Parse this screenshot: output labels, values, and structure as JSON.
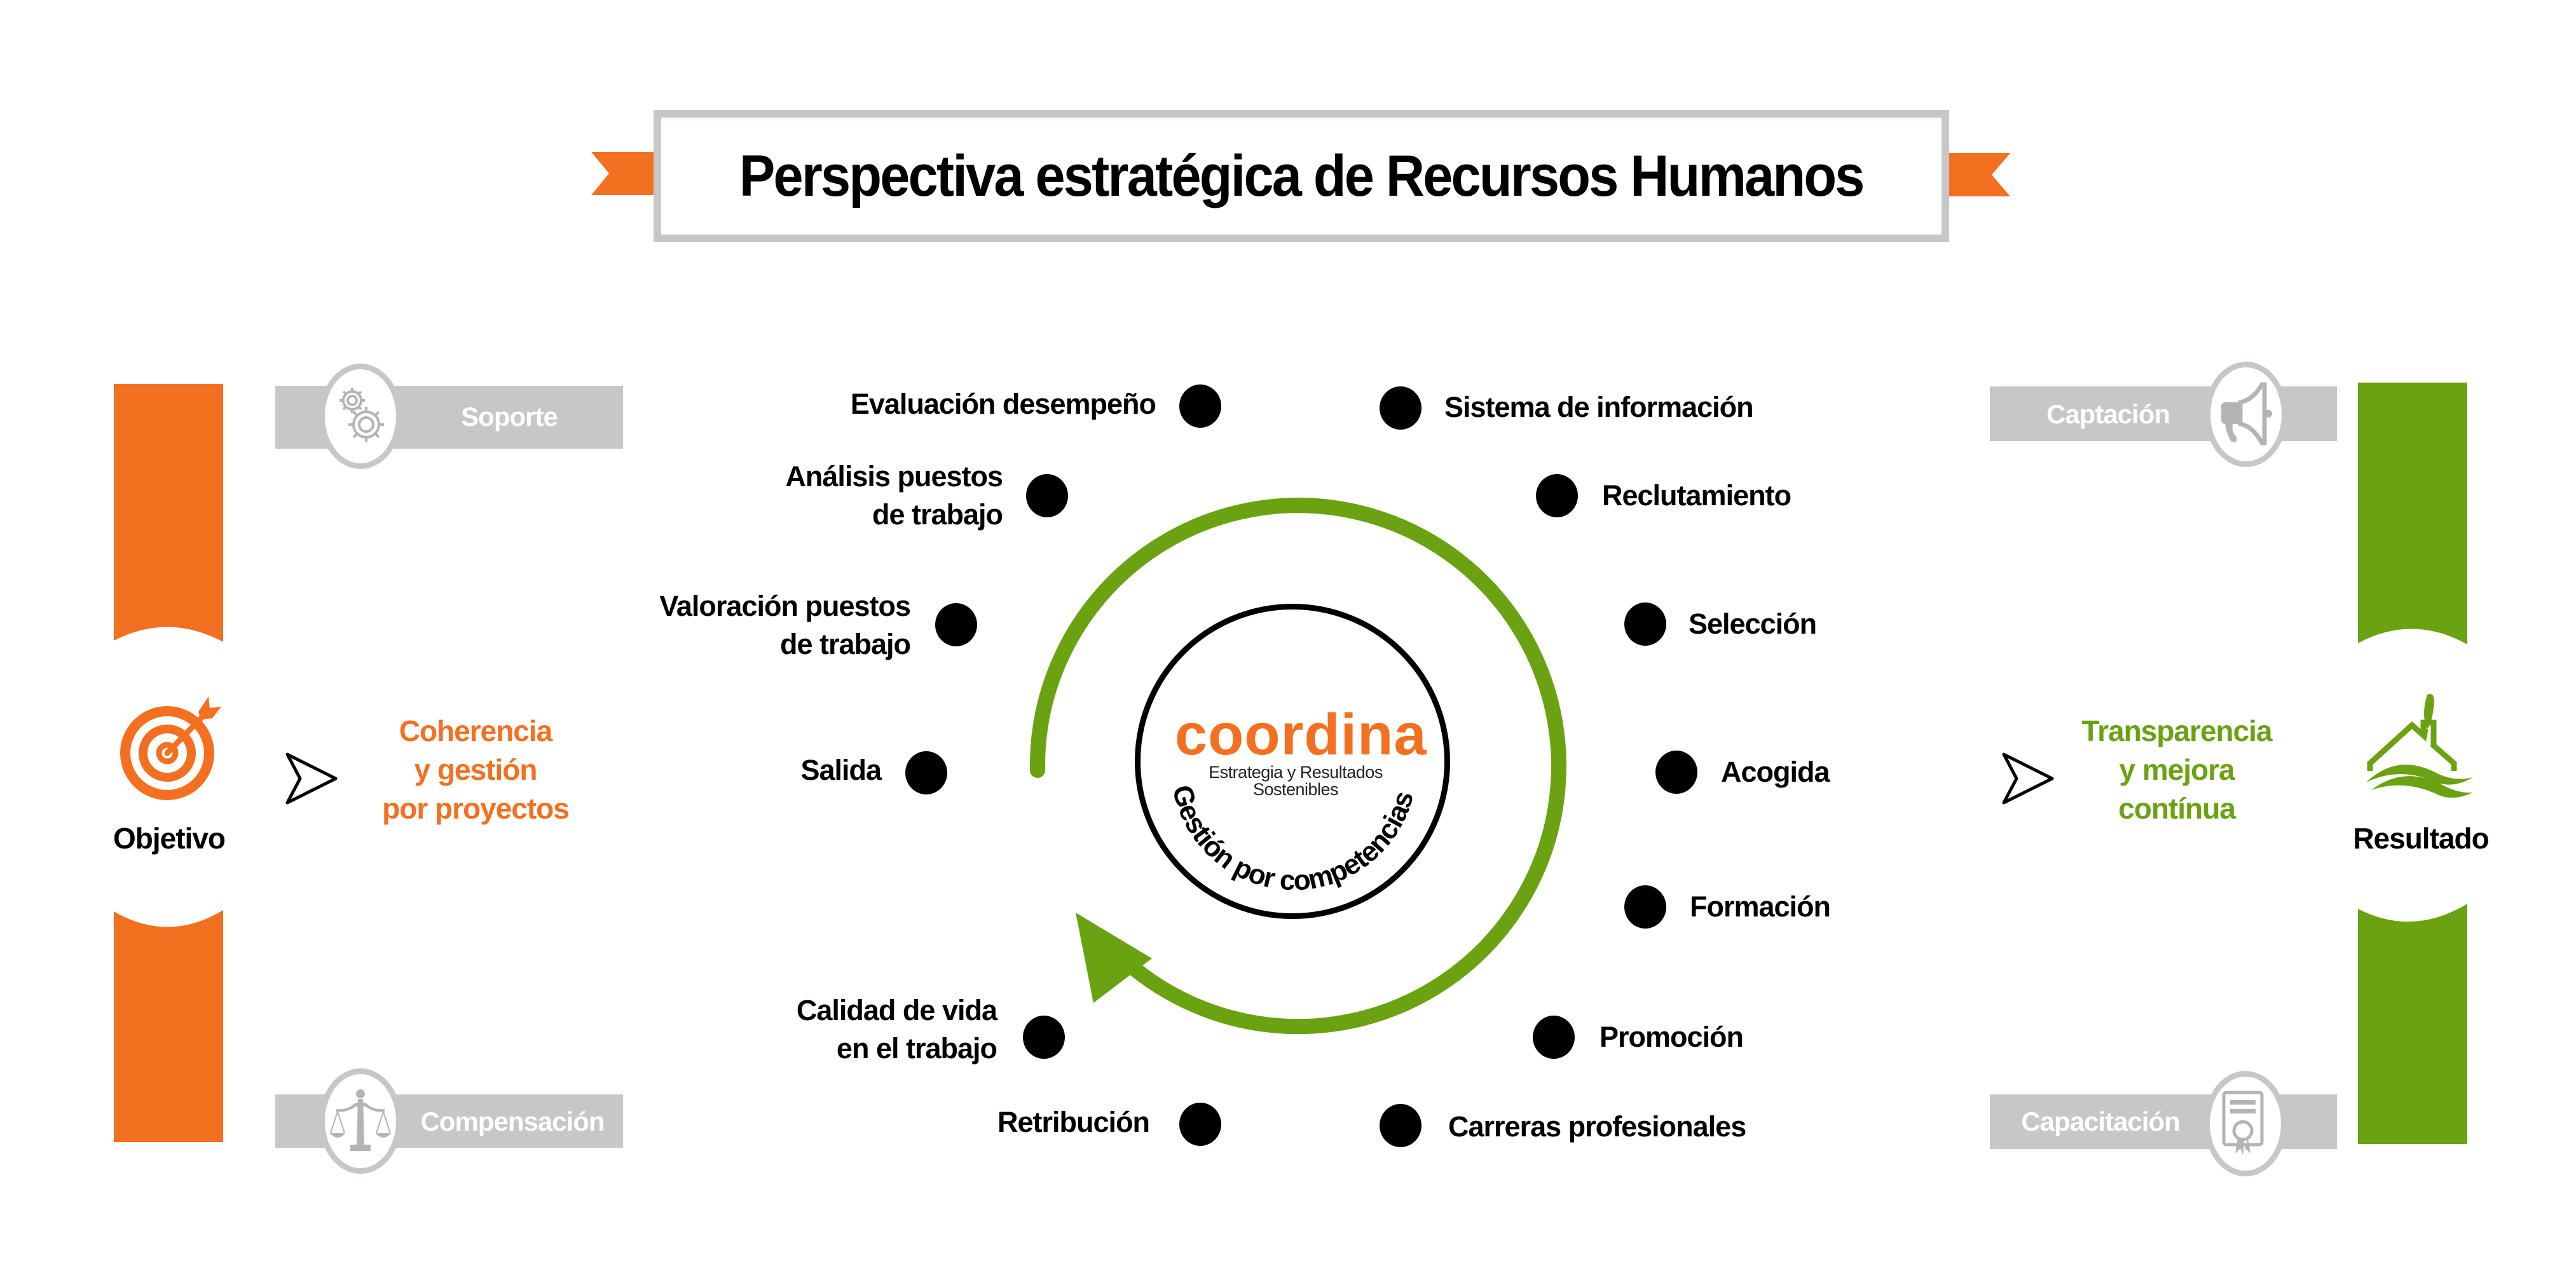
{
  "title": "Perspectiva estratégica de Recursos Humanos",
  "colors": {
    "orange": "#F37021",
    "green": "#6AA212",
    "gray_band": "#C8C6C7",
    "text": "#000000",
    "white": "#FFFFFF"
  },
  "left_panel": {
    "pillar_label": "Objetivo",
    "pillar_icon": "target-icon",
    "statement_lines": [
      "Coherencia",
      "y gestión",
      "por proyectos"
    ],
    "arrow_icon": "chevron-right-outline-icon",
    "top_band": {
      "label": "Soporte",
      "icon": "gears-icon"
    },
    "bottom_band": {
      "label": "Compensación",
      "icon": "scales-icon"
    }
  },
  "right_panel": {
    "pillar_label": "Resultado",
    "pillar_icon": "eco-house-icon",
    "statement_lines": [
      "Transparencia",
      "y mejora",
      "contínua"
    ],
    "arrow_icon": "chevron-right-outline-icon",
    "top_band": {
      "label": "Captación",
      "icon": "megaphone-icon"
    },
    "bottom_band": {
      "label": "Capacitación",
      "icon": "certificate-icon"
    }
  },
  "center": {
    "logo_word": "coordina",
    "logo_tagline": "Estrategia y Resultados Sostenibles",
    "ring_text": "Gestión por competencias",
    "cycle_icon": "cycle-arrow-icon"
  },
  "left_items": [
    {
      "lines": [
        "Evaluación desempeño"
      ]
    },
    {
      "lines": [
        "Análisis puestos",
        "de trabajo"
      ]
    },
    {
      "lines": [
        "Valoración puestos",
        "de trabajo"
      ]
    },
    {
      "lines": [
        "Salida"
      ]
    },
    {
      "lines": [
        "Calidad de vida",
        "en el trabajo"
      ]
    },
    {
      "lines": [
        "Retribución"
      ]
    }
  ],
  "right_items": [
    {
      "lines": [
        "Sistema de información"
      ]
    },
    {
      "lines": [
        "Reclutamiento"
      ]
    },
    {
      "lines": [
        "Selección"
      ]
    },
    {
      "lines": [
        "Acogida"
      ]
    },
    {
      "lines": [
        "Formación"
      ]
    },
    {
      "lines": [
        "Promoción"
      ]
    },
    {
      "lines": [
        "Carreras profesionales"
      ]
    }
  ]
}
